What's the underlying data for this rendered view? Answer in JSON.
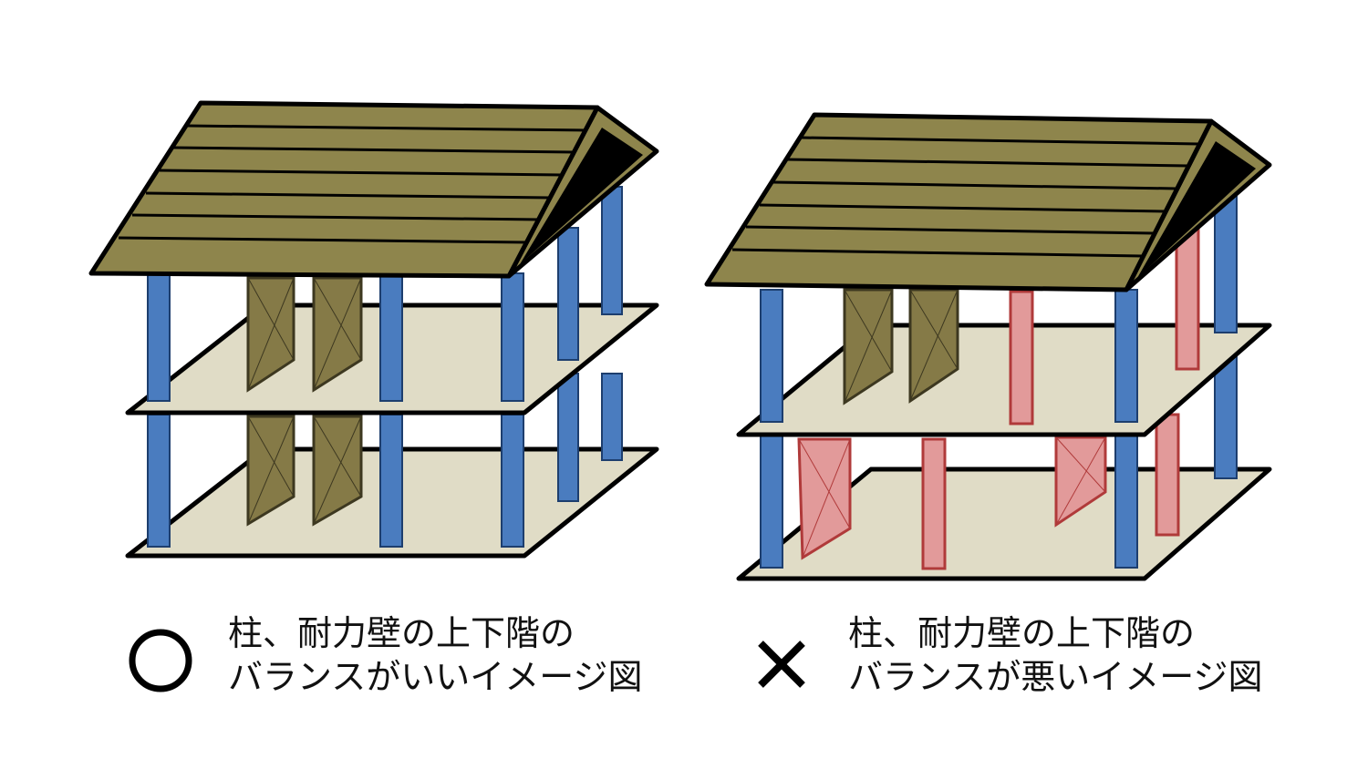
{
  "colors": {
    "floor": "#e0dcc6",
    "roof": "#8e854c",
    "roof_gable": "#000000",
    "column": "#4a7cbf",
    "column_shade": "#2f5f9e",
    "wall_good": "#857a47",
    "wall_good_shade": "#5e5630",
    "wall_bad": "#e29a9a",
    "wall_bad_stroke": "#b03a3a",
    "outline": "#000000"
  },
  "panels": {
    "good": {
      "symbol_icon": "circle-icon",
      "caption_line1": "柱、耐力壁の上下階の",
      "caption_line2": "バランスがいいイメージ図"
    },
    "bad": {
      "symbol_icon": "cross-icon",
      "caption_line1": "柱、耐力壁の上下階の",
      "caption_line2": "バランスが悪いイメージ図"
    }
  }
}
